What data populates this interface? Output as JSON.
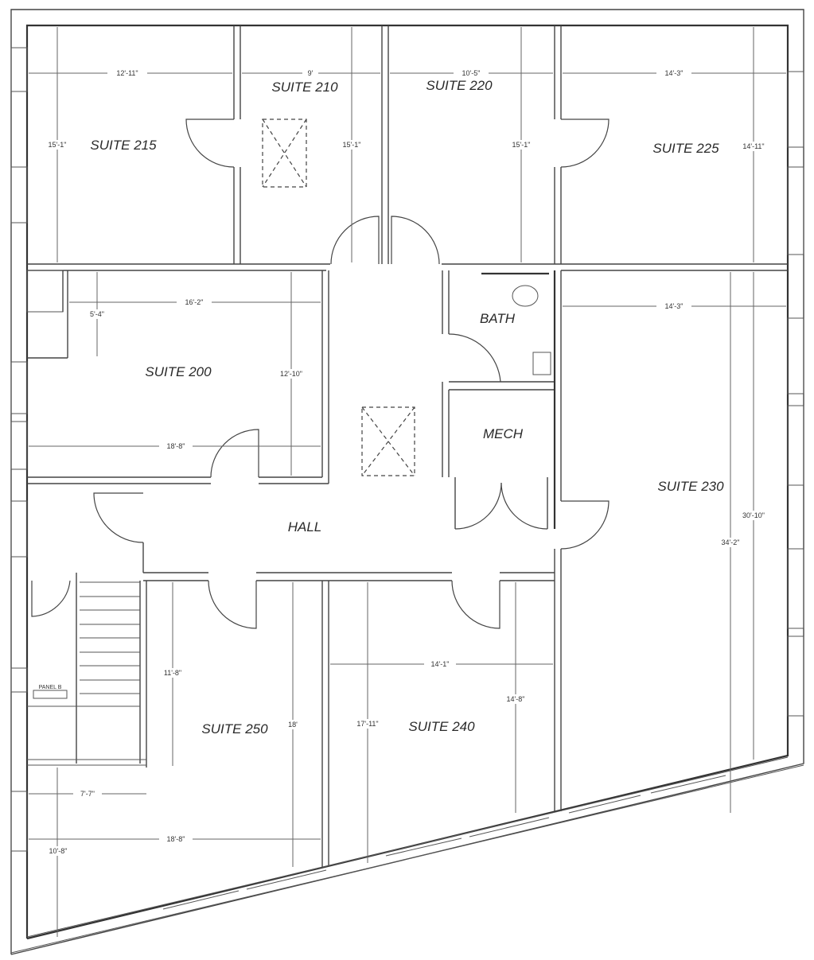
{
  "plan": {
    "rooms": {
      "suite_215": "SUITE 215",
      "suite_210": "SUITE 210",
      "suite_220": "SUITE 220",
      "suite_225": "SUITE 225",
      "suite_200": "SUITE 200",
      "bath": "BATH",
      "mech": "MECH",
      "suite_230": "SUITE 230",
      "hall": "HALL",
      "suite_250": "SUITE 250",
      "suite_240": "SUITE 240",
      "panel_b": "PANEL B"
    },
    "dimensions": {
      "s215_width": "12'-11\"",
      "s215_depth": "15'-1\"",
      "s210_width": "9'",
      "s210_depth": "15'-1\"",
      "s220_width": "10'-5\"",
      "s220_depth": "15'-1\"",
      "s225_width": "14'-3\"",
      "s225_depth": "14'-11\"",
      "s200_top_width": "16'-2\"",
      "s200_notch": "5'-4\"",
      "s200_depth": "12'-10\"",
      "s200_bottom_width": "18'-8\"",
      "s230_width": "14'-3\"",
      "s230_depth_inner": "30'-10\"",
      "s230_depth_outer": "34'-2\"",
      "s250_upper_depth": "11'-8\"",
      "s250_depth": "18'",
      "s250_lower_width": "7'-7\"",
      "s250_bottom_width": "18'-8\"",
      "s250_lower_depth": "10'-8\"",
      "s240_width": "14'-1\"",
      "s240_depth_left": "17'-11\"",
      "s240_depth_right": "14'-8\""
    }
  }
}
